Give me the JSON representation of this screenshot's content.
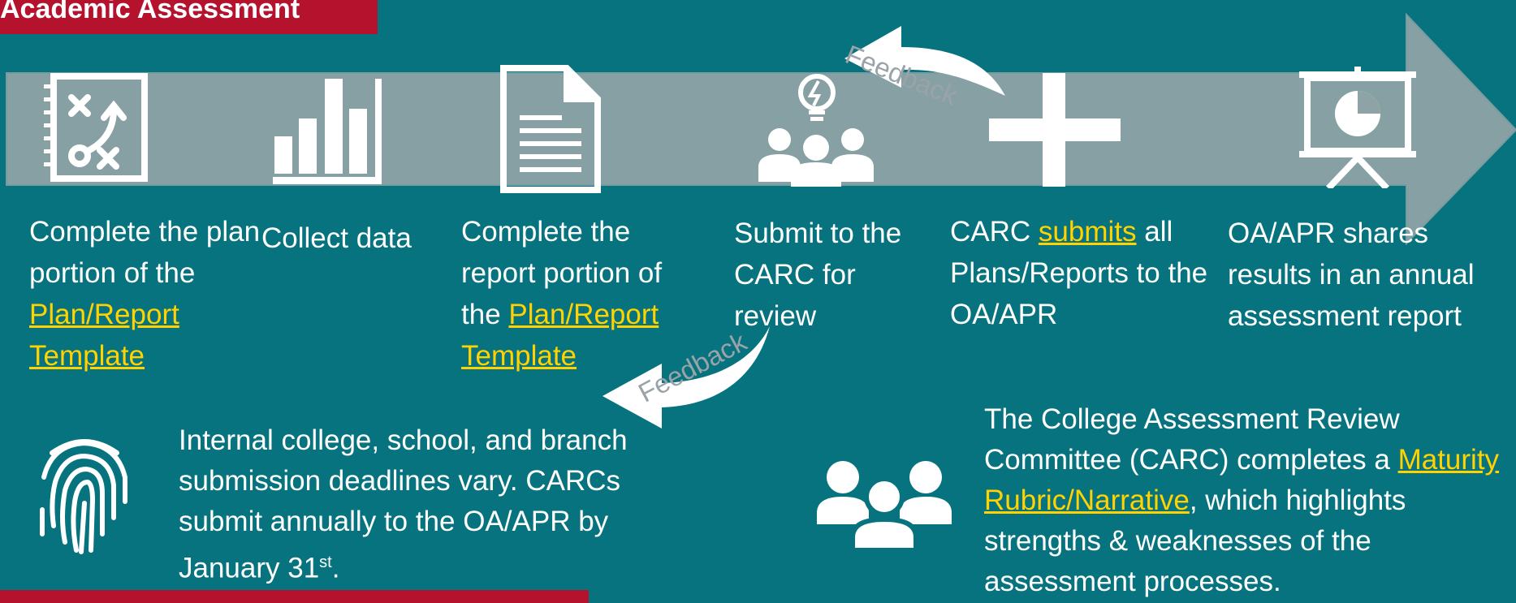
{
  "header": {
    "title": "Academic Assessment"
  },
  "steps": [
    {
      "text_before": "Complete the plan portion of the ",
      "link": "Plan/Report Template",
      "text_after": "",
      "icon": "strategy-plan-icon"
    },
    {
      "text_before": "Collect data",
      "link": "",
      "text_after": "",
      "icon": "bar-chart-icon"
    },
    {
      "text_before": "Complete the report portion of the ",
      "link": "Plan/Report Template",
      "text_after": "",
      "icon": "document-icon"
    },
    {
      "text_before": "Submit to the CARC for review",
      "link": "",
      "text_after": "",
      "icon": "team-idea-icon"
    },
    {
      "text_before": "CARC ",
      "link": "submits",
      "text_after": " all Plans/Reports to the OA/APR",
      "icon": "plus-icon"
    },
    {
      "text_before": "OA/APR shares results in an annual assessment report",
      "link": "",
      "text_after": "",
      "icon": "presentation-pie-icon"
    }
  ],
  "feedback": {
    "top": "Feedback",
    "bottom": "Feedback"
  },
  "deadline_note": {
    "text": "Internal college, school, and branch submission deadlines vary. CARCs submit annually to the OA/APR by January 31",
    "superscript": "st",
    "end": "."
  },
  "committee_note": {
    "text_before": "The College Assessment Review Committee (CARC) completes a ",
    "link": "Maturity Rubric/Narrative",
    "text_after": ", which highlights strengths & weaknesses of the assessment processes."
  },
  "colors": {
    "background": "#07737f",
    "accent_red": "#b5122e",
    "link": "#ffd200",
    "arrow_band": "#8da3a6"
  }
}
